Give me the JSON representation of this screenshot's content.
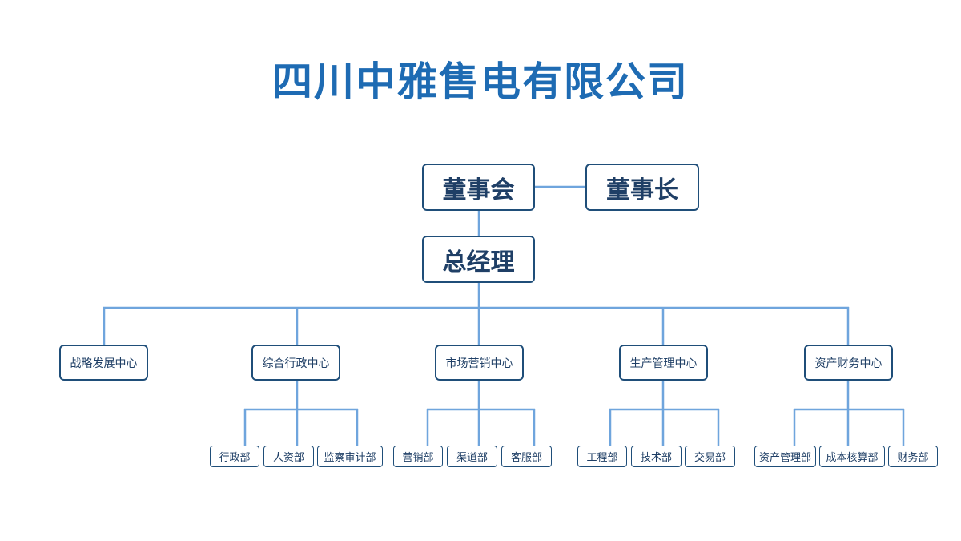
{
  "company": "四川中雅售电有限公司",
  "colors": {
    "title": "#1e6bb3",
    "box_border": "#1f4e79",
    "connector": "#6fa5dd"
  },
  "board": "董事会",
  "chairman": "董事长",
  "general_manager": "总经理",
  "centers": [
    {
      "name": "战略发展中心",
      "departments": []
    },
    {
      "name": "综合行政中心",
      "departments": [
        "行政部",
        "人资部",
        "监察审计部"
      ]
    },
    {
      "name": "市场营销中心",
      "departments": [
        "营销部",
        "渠道部",
        "客服部"
      ]
    },
    {
      "name": "生产管理中心",
      "departments": [
        "工程部",
        "技术部",
        "交易部"
      ]
    },
    {
      "name": "资产财务中心",
      "departments": [
        "资产管理部",
        "成本核算部",
        "财务部"
      ]
    }
  ]
}
